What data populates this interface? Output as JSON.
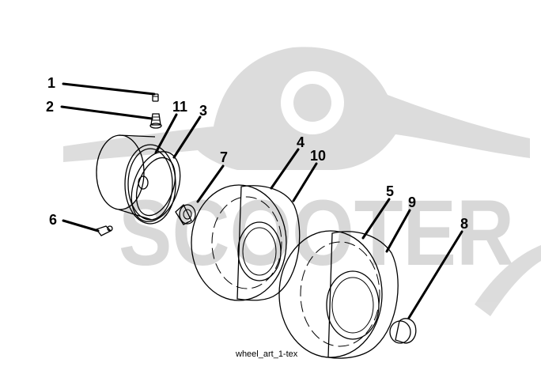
{
  "diagram": {
    "caption": "wheel_art_1-tex",
    "watermark": "SCOOTER",
    "colors": {
      "ink": "#000000",
      "watermark": "#d4d4d4",
      "background": "#ffffff"
    },
    "callouts": [
      {
        "id": "c1",
        "label": "1",
        "part": "valve-cap"
      },
      {
        "id": "c2",
        "label": "2",
        "part": "valve-stem"
      },
      {
        "id": "c11",
        "label": "11",
        "part": "rim-bead"
      },
      {
        "id": "c3",
        "label": "3",
        "part": "rim-flange"
      },
      {
        "id": "c7",
        "label": "7",
        "part": "bushing"
      },
      {
        "id": "c4",
        "label": "4",
        "part": "front-tire"
      },
      {
        "id": "c10",
        "label": "10",
        "part": "front-tire-tread"
      },
      {
        "id": "c6",
        "label": "6",
        "part": "grease-fitting"
      },
      {
        "id": "c5",
        "label": "5",
        "part": "rear-tire"
      },
      {
        "id": "c9",
        "label": "9",
        "part": "rear-tire-tread"
      },
      {
        "id": "c8",
        "label": "8",
        "part": "hub-cap"
      }
    ]
  }
}
